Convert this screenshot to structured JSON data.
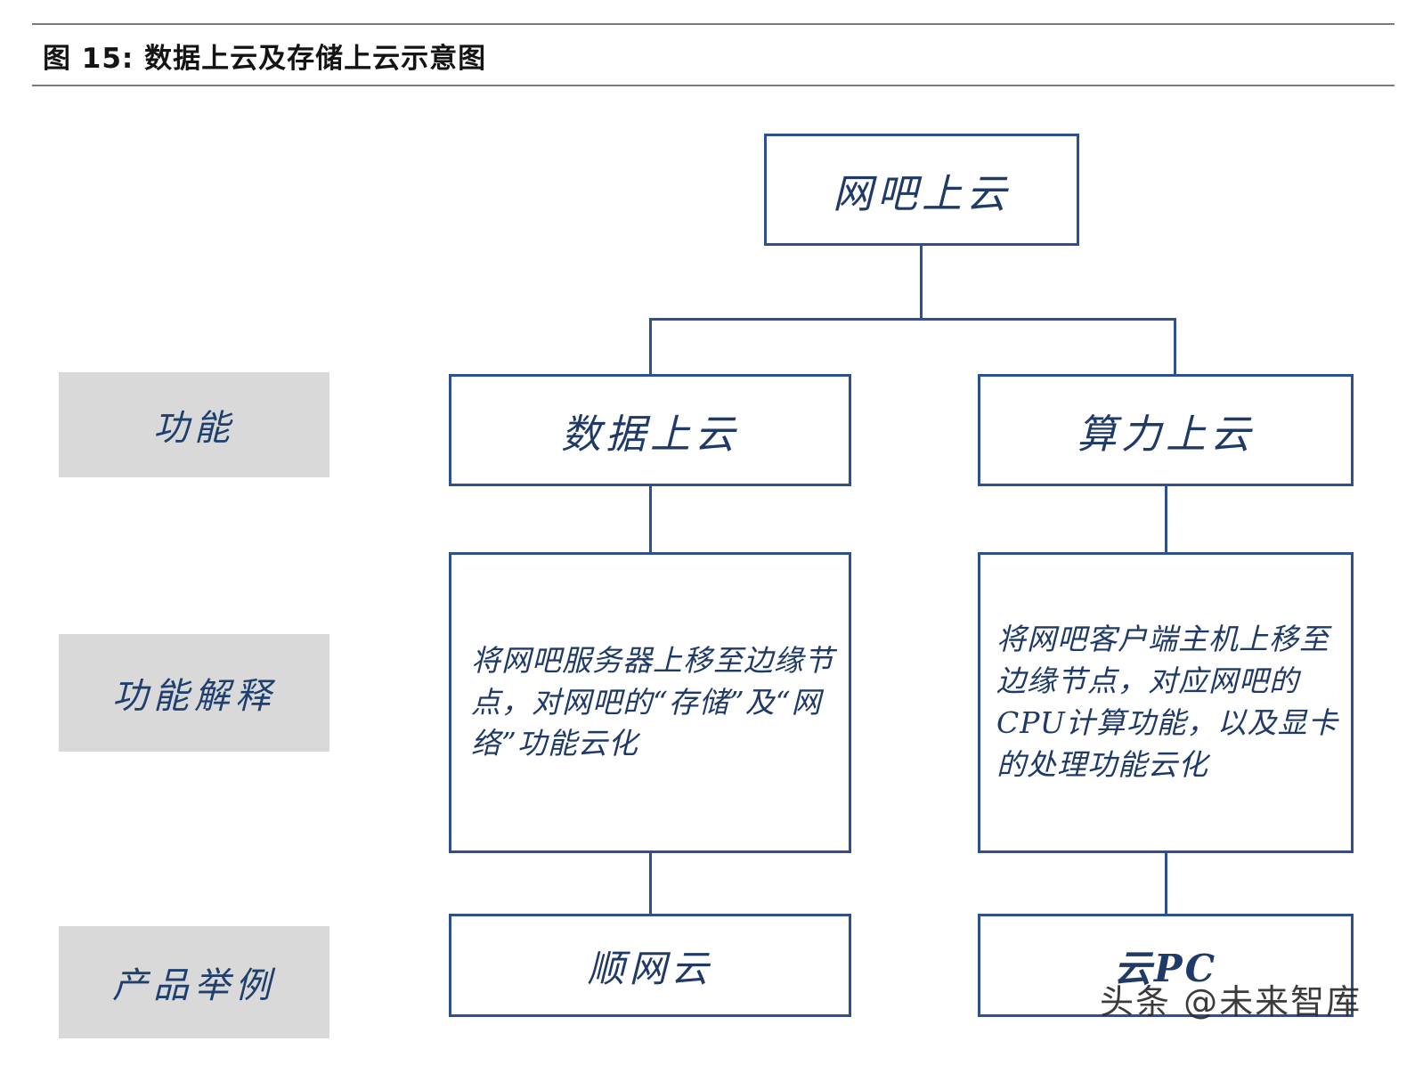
{
  "figure": {
    "title": "图 15: 数据上云及存储上云示意图"
  },
  "row_labels": [
    {
      "id": "function",
      "label": "功能"
    },
    {
      "id": "function-explanation",
      "label": "功能解释"
    },
    {
      "id": "product-example",
      "label": "产品举例"
    }
  ],
  "diagram": {
    "root": {
      "label": "网吧上云"
    },
    "branches": [
      {
        "id": "data-to-cloud",
        "function": "数据上云",
        "explanation": "将网吧服务器上移至边缘节点，对网吧的“存储”及“网络”功能云化",
        "product": "顺网云"
      },
      {
        "id": "compute-to-cloud",
        "function": "算力上云",
        "explanation": "将网吧客户端主机上移至边缘节点，对应网吧的CPU计算功能，以及显卡的处理功能云化",
        "product": "云PC"
      }
    ]
  },
  "watermark": {
    "text": "头条 @未来智库"
  },
  "colors": {
    "node_border": "#2e5090",
    "node_text": "#1f3a66",
    "label_chip_bg": "#d9d9d9",
    "rule": "#7a7a7a",
    "title_text": "#141414"
  }
}
